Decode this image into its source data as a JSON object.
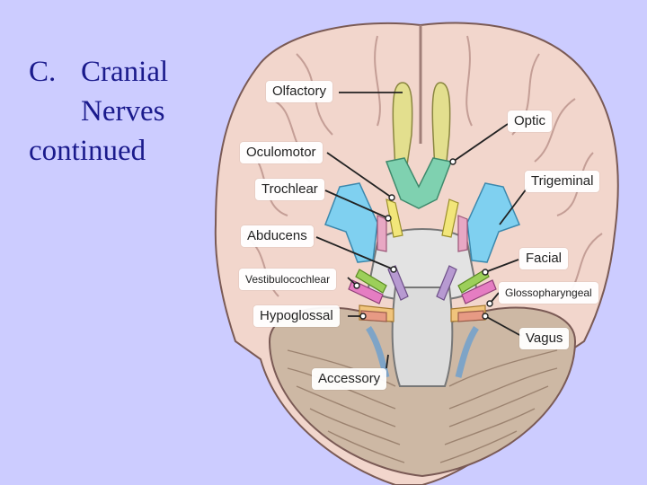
{
  "slide": {
    "title_letter": "C.",
    "title_word1": "Cranial",
    "title_word2": "Nerves",
    "title_word3": "continued"
  },
  "labels": {
    "olfactory": "Olfactory",
    "optic": "Optic",
    "oculomotor": "Oculomotor",
    "trochlear": "Trochlear",
    "trigeminal": "Trigeminal",
    "abducens": "Abducens",
    "facial": "Facial",
    "vestibulocochlear": "Vestibulocochlear",
    "glossopharyngeal": "Glossopharyngeal",
    "hypoglossal": "Hypoglossal",
    "vagus": "Vagus",
    "accessory": "Accessory"
  },
  "colors": {
    "background": "#ccccff",
    "title": "#1a1a8c",
    "brain": "#f2d6cc",
    "olfactory": "#e3df8e",
    "optic": "#7fd1b0",
    "trigeminal": "#7fd0f0",
    "cerebellum": "#cdb8a4"
  }
}
